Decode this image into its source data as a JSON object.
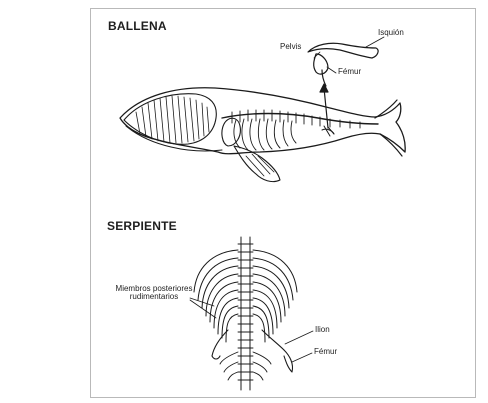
{
  "figure": {
    "whale": {
      "heading": "BALLENA",
      "labels": {
        "isquion": "Isquión",
        "pelvis": "Pelvis",
        "femur": "Fémur"
      }
    },
    "snake": {
      "heading": "SERPIENTE",
      "labels": {
        "rudimentary_line1": "Miembros posteriores",
        "rudimentary_line2": "rudimentarios",
        "ilion": "Ilion",
        "femur": "Fémur"
      }
    }
  }
}
